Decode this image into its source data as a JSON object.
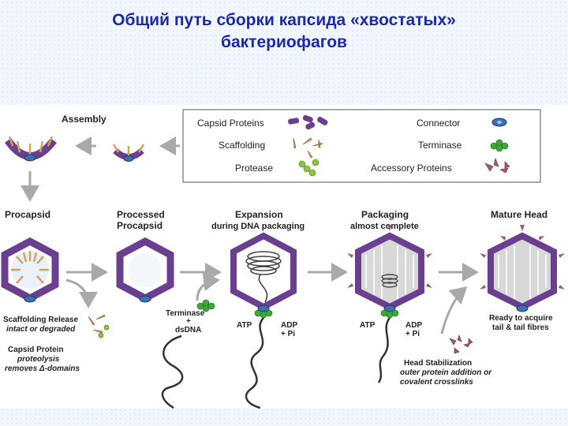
{
  "title": {
    "line1": "Общий путь сборки капсида «хвостатых»",
    "line2": "бактериофагов"
  },
  "legend": {
    "capsid_proteins": "Capsid Proteins",
    "scaffolding": "Scaffolding",
    "protease": "Protease",
    "connector": "Connector",
    "terminase": "Terminase",
    "accessory_proteins": "Accessory Proteins"
  },
  "stages": {
    "assembly": "Assembly",
    "procapsid": "Procapsid",
    "processed_1": "Processed",
    "processed_2": "Procapsid",
    "expansion_1": "Expansion",
    "expansion_2": "during DNA packaging",
    "packaging_1": "Packaging",
    "packaging_2": "almost complete",
    "mature_head": "Mature Head"
  },
  "notes": {
    "scaffolding_release_1": "Scaffolding Release",
    "scaffolding_release_2": "intact or degraded",
    "capsid_protein_1": "Capsid Protein",
    "capsid_protein_2": "proteolysis",
    "capsid_protein_3": "removes Δ-domains",
    "terminase_1": "Terminase",
    "terminase_plus": "+",
    "terminase_2": "dsDNA",
    "atp_1": "ATP",
    "adp_1a": "ADP",
    "adp_1b": "+ Pi",
    "atp_2": "ATP",
    "adp_2a": "ADP",
    "adp_2b": "+ Pi",
    "ready_1": "Ready to acquire",
    "ready_2": "tail & tail fibres",
    "head_stab_1": "Head Stabilization",
    "head_stab_2": "outer protein addition or",
    "head_stab_3": "covalent crosslinks"
  },
  "colors": {
    "title": "#1a2aa8",
    "capsid": "#6b3f8f",
    "capsid_light": "#9a6cb8",
    "connector": "#3b6fb0",
    "terminase": "#3ea83a",
    "scaffold": "#d9a05a",
    "arrow": "#a9a9a9"
  }
}
